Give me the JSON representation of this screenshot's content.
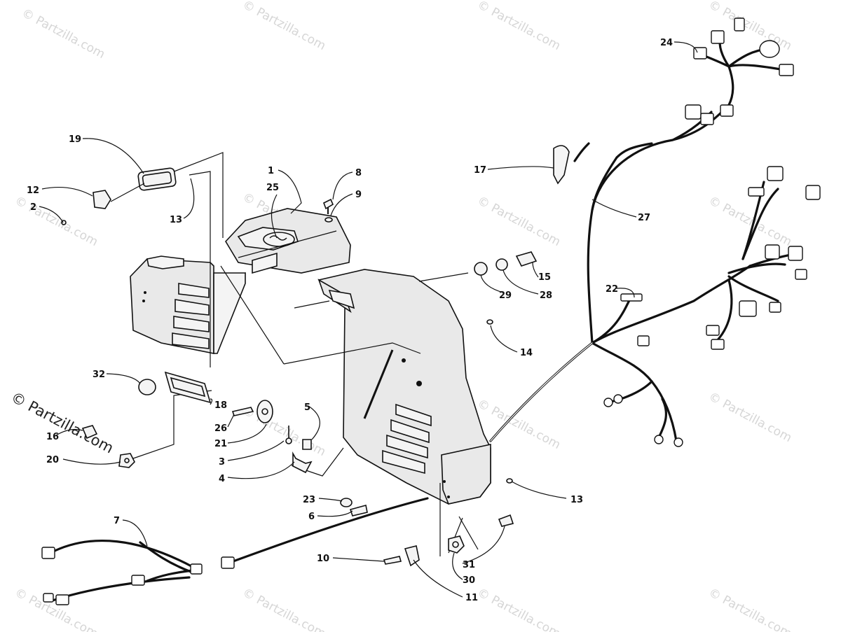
{
  "watermark": {
    "text": "© Partzilla.com",
    "primary_text": "© Partzilla.com"
  },
  "callouts": [
    {
      "id": "c1",
      "label": "1"
    },
    {
      "id": "c2",
      "label": "2"
    },
    {
      "id": "c3",
      "label": "3"
    },
    {
      "id": "c4",
      "label": "4"
    },
    {
      "id": "c5",
      "label": "5"
    },
    {
      "id": "c6",
      "label": "6"
    },
    {
      "id": "c7",
      "label": "7"
    },
    {
      "id": "c8",
      "label": "8"
    },
    {
      "id": "c9",
      "label": "9"
    },
    {
      "id": "c10",
      "label": "10"
    },
    {
      "id": "c11",
      "label": "11"
    },
    {
      "id": "c12",
      "label": "12"
    },
    {
      "id": "c13a",
      "label": "13"
    },
    {
      "id": "c13b",
      "label": "13"
    },
    {
      "id": "c14",
      "label": "14"
    },
    {
      "id": "c15",
      "label": "15"
    },
    {
      "id": "c16",
      "label": "16"
    },
    {
      "id": "c17",
      "label": "17"
    },
    {
      "id": "c18",
      "label": "18"
    },
    {
      "id": "c19",
      "label": "19"
    },
    {
      "id": "c20",
      "label": "20"
    },
    {
      "id": "c21",
      "label": "21"
    },
    {
      "id": "c22",
      "label": "22"
    },
    {
      "id": "c23",
      "label": "23"
    },
    {
      "id": "c24",
      "label": "24"
    },
    {
      "id": "c25",
      "label": "25"
    },
    {
      "id": "c26",
      "label": "26"
    },
    {
      "id": "c27",
      "label": "27"
    },
    {
      "id": "c28",
      "label": "28"
    },
    {
      "id": "c29",
      "label": "29"
    },
    {
      "id": "c30",
      "label": "30"
    },
    {
      "id": "c31",
      "label": "31"
    },
    {
      "id": "c32",
      "label": "32"
    }
  ]
}
